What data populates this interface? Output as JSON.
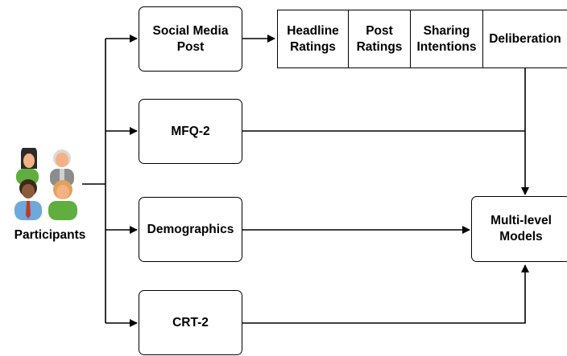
{
  "participants": {
    "label": "Participants"
  },
  "nodes": {
    "social_media_post": "Social Media\nPost",
    "mfq2": "MFQ-2",
    "demographics": "Demographics",
    "crt2": "CRT-2",
    "models": "Multi-level\nModels"
  },
  "measures": [
    "Headline\nRatings",
    "Post\nRatings",
    "Sharing\nIntentions",
    "Deliberation"
  ]
}
